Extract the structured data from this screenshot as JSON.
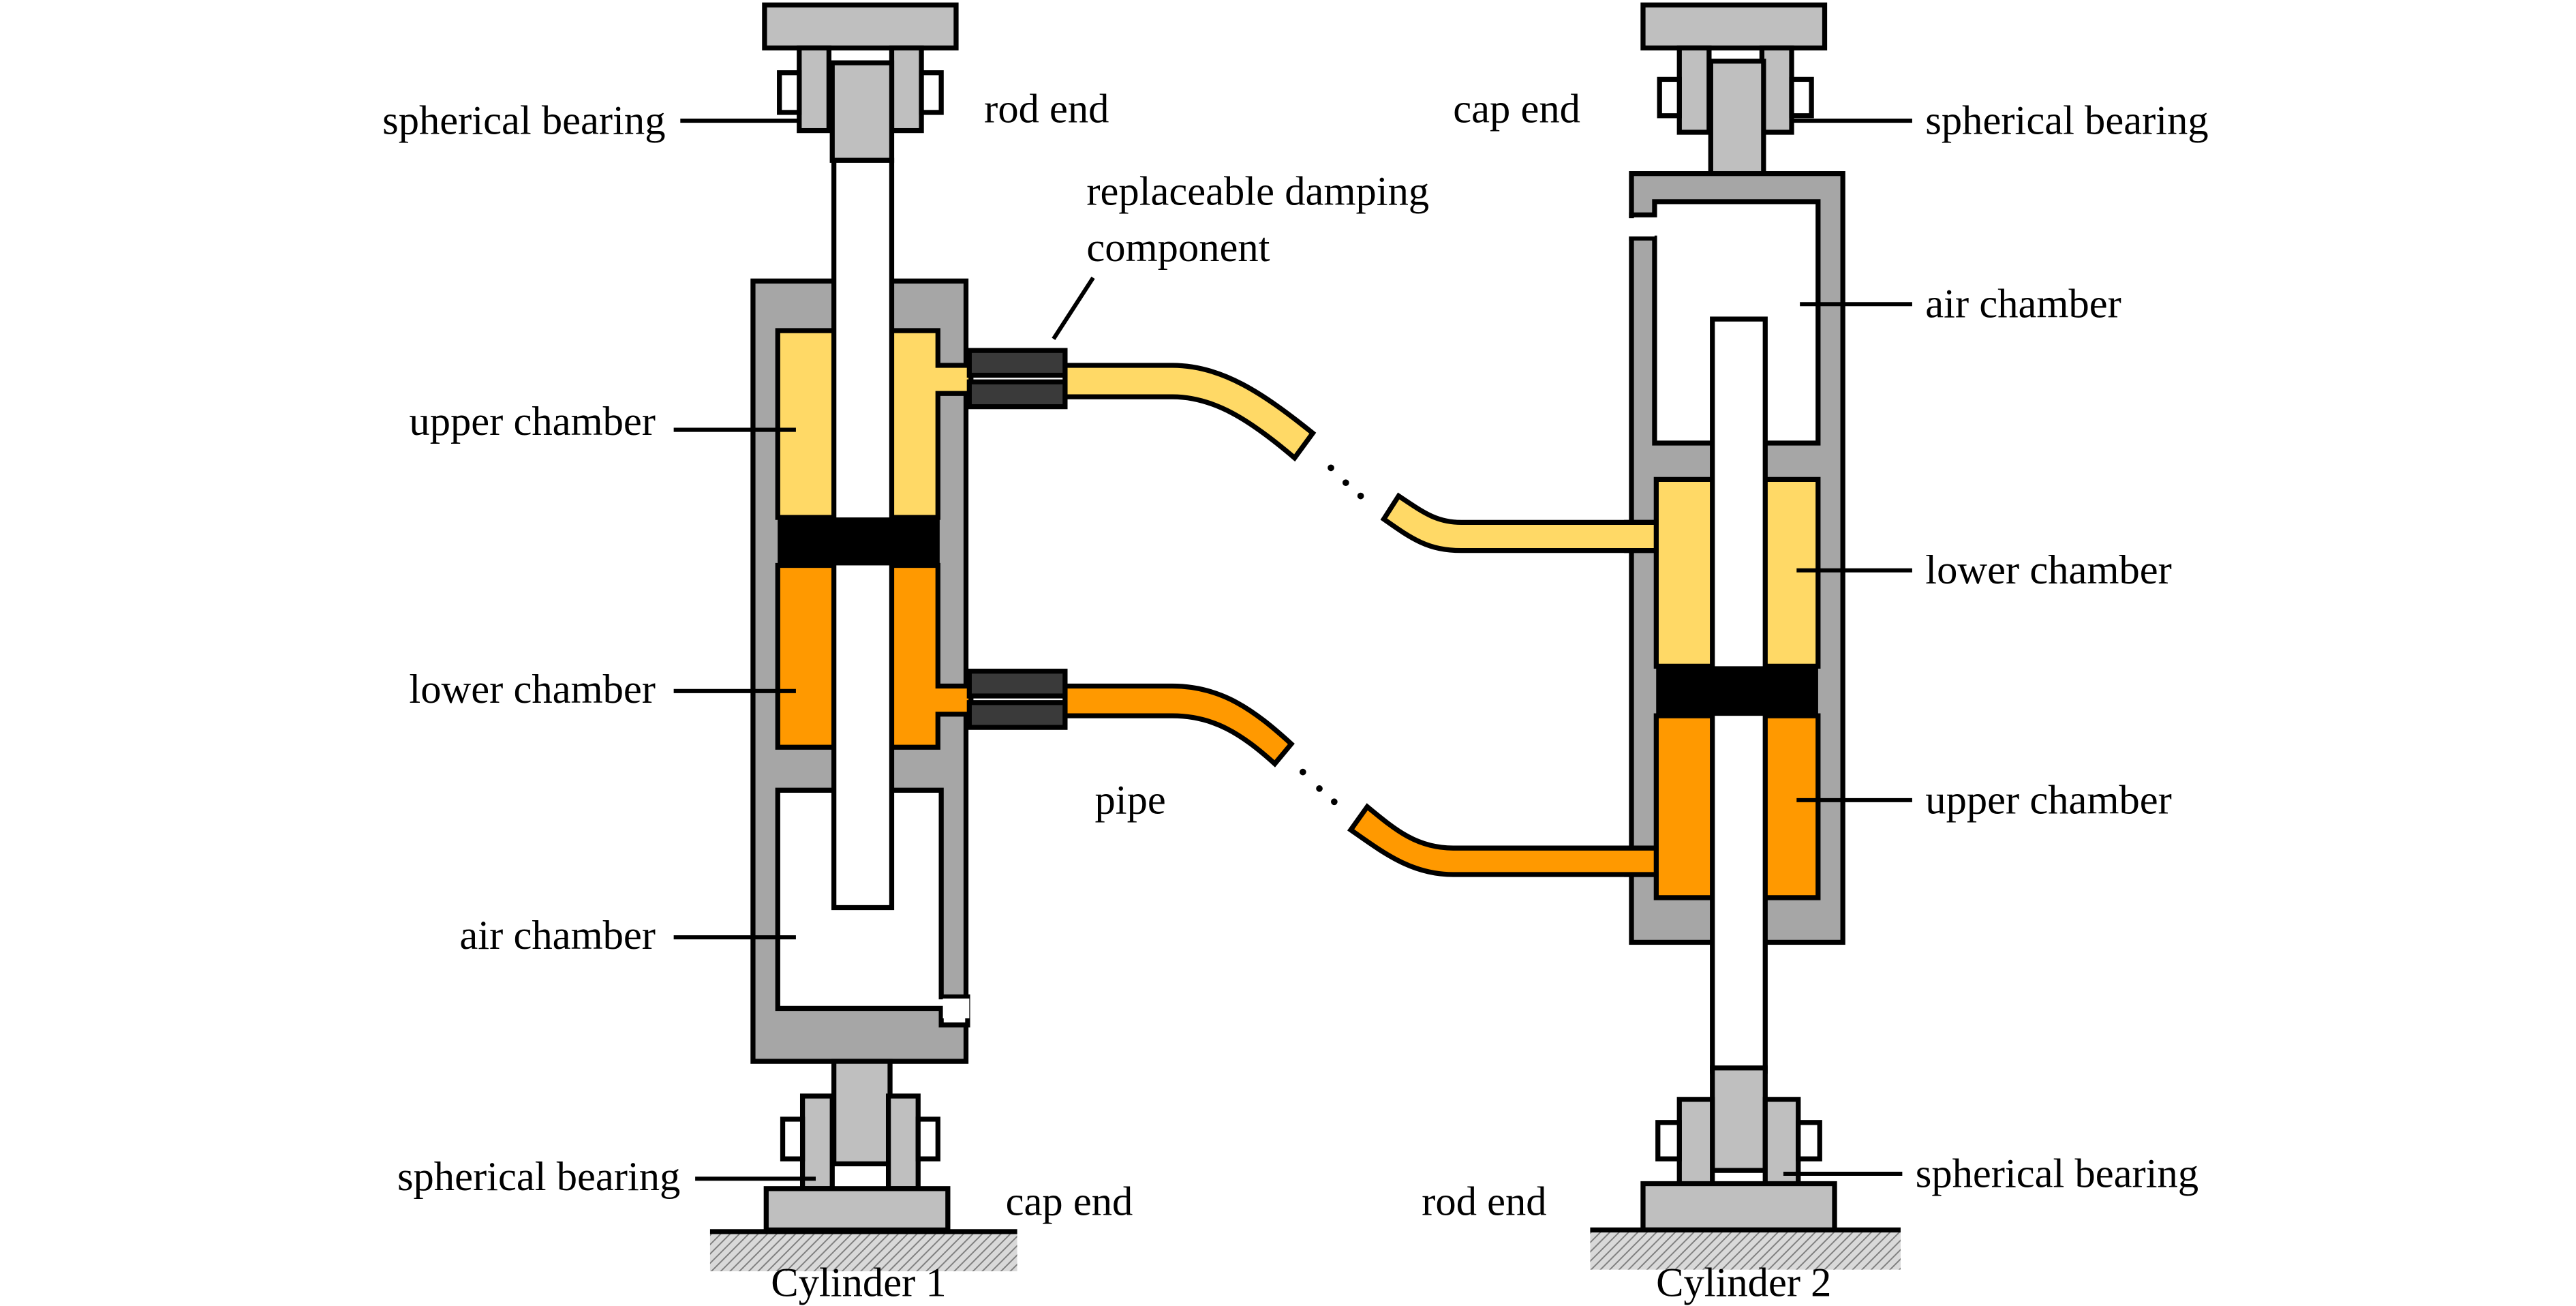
{
  "figure": {
    "type": "hydraulic damper schematic",
    "colors": {
      "housing": "#a6a6a6",
      "bearing": "#bfbfbf",
      "upper_fluid": "#ffd966",
      "lower_fluid": "#ff9900",
      "piston": "#000000",
      "damping_component": "#3a3a3a",
      "ground_hatch": "#9a9a9a"
    }
  },
  "cylinder1": {
    "title": "Cylinder 1",
    "labels": {
      "top_bearing": "spherical bearing",
      "top_end": "rod end",
      "upper_chamber": "upper chamber",
      "lower_chamber": "lower chamber",
      "air_chamber": "air chamber",
      "bottom_bearing": "spherical bearing",
      "bottom_end": "cap end"
    }
  },
  "cylinder2": {
    "title": "Cylinder 2",
    "labels": {
      "top_end": "cap end",
      "top_bearing": "spherical bearing",
      "air_chamber": "air chamber",
      "lower_chamber": "lower chamber",
      "upper_chamber": "upper chamber",
      "bottom_end": "rod end",
      "bottom_bearing": "spherical bearing"
    }
  },
  "connections": {
    "damping_label_line1": "replaceable damping",
    "damping_label_line2": "component",
    "pipe_label": "pipe",
    "continuation": "..."
  }
}
